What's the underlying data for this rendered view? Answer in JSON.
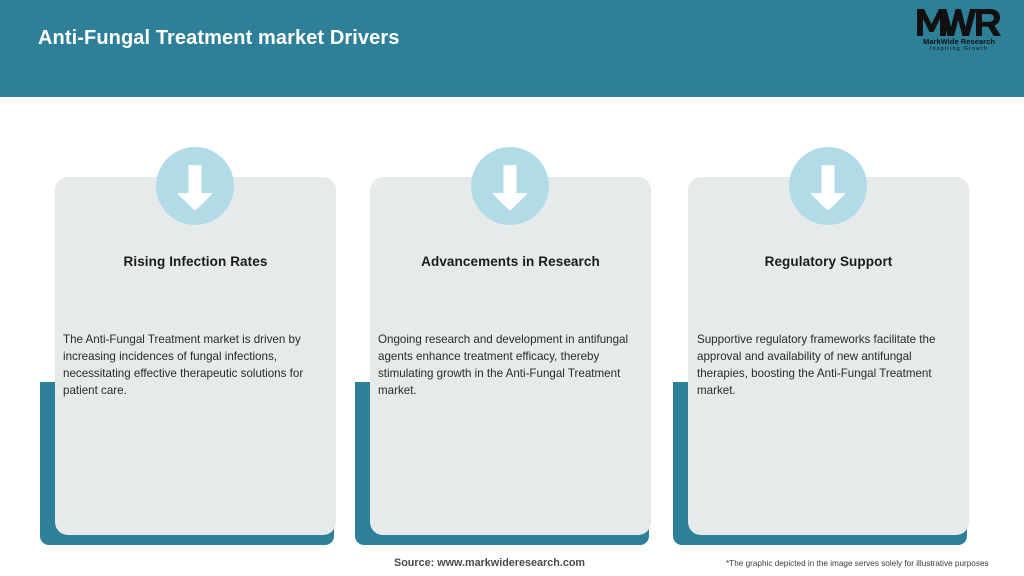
{
  "header": {
    "title": "Anti-Fungal Treatment market Drivers",
    "background_color": "#2e8098",
    "title_color": "#ffffff"
  },
  "logo": {
    "mark": "MWR",
    "company_name": "MarkWide Research",
    "tagline": "Inspiring Growth"
  },
  "cards": [
    {
      "icon": "down-arrow-icon",
      "title": "Rising Infection Rates",
      "text": "The Anti-Fungal Treatment market is driven by increasing incidences of fungal infections, necessitating effective therapeutic solutions for patient care."
    },
    {
      "icon": "down-arrow-icon",
      "title": "Advancements in Research",
      "text": "Ongoing research and development in antifungal agents enhance treatment efficacy, thereby stimulating growth in the Anti-Fungal Treatment market."
    },
    {
      "icon": "down-arrow-icon",
      "title": "Regulatory Support",
      "text": "Supportive regulatory frameworks facilitate the approval and availability of new antifungal therapies, boosting the Anti-Fungal Treatment market."
    }
  ],
  "footer": {
    "source": "Source: www.markwideresearch.com",
    "disclaimer": "*The graphic depicted in the image serves solely for illustrative purposes"
  },
  "colors": {
    "teal": "#2e8098",
    "card_gray": "#e6eaeb",
    "icon_blue": "#b2dbe8",
    "arrow_white": "#ffffff"
  }
}
